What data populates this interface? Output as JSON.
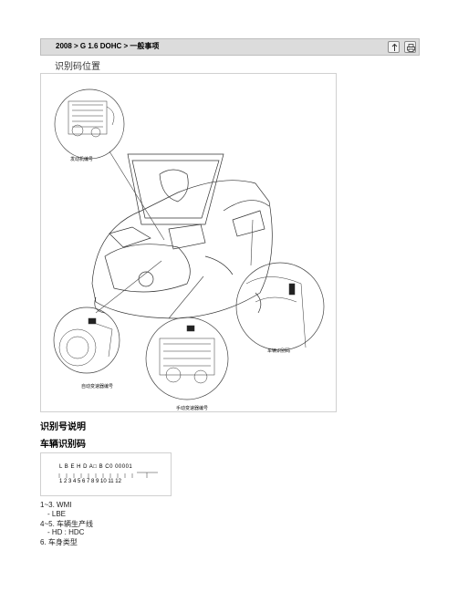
{
  "header": {
    "breadcrumb": "2008 > G 1.6 DOHC > 一般事项",
    "button_up_icon": "arrow-up-icon",
    "button_print_icon": "printer-icon"
  },
  "section_title": "识别码位置",
  "figure": {
    "label_engine": "发动机编号",
    "label_vin": "车辆识别码",
    "label_auto_trans": "自动变速器编号",
    "label_manual_trans": "手动变速器编号"
  },
  "headings": {
    "id_explain": "识别号说明",
    "vin": "车辆识别码"
  },
  "vin_diagram": {
    "top": "L   B   E    H   D    A□  B     C0 00001",
    "bottom": "1   2   3   4   5   6   7   8   9  10 11      12"
  },
  "descriptions": [
    "1~3. WMI",
    "- LBE",
    "4~5. 车辆生产线",
    "- HD : HDC",
    "6. 车身类型"
  ]
}
